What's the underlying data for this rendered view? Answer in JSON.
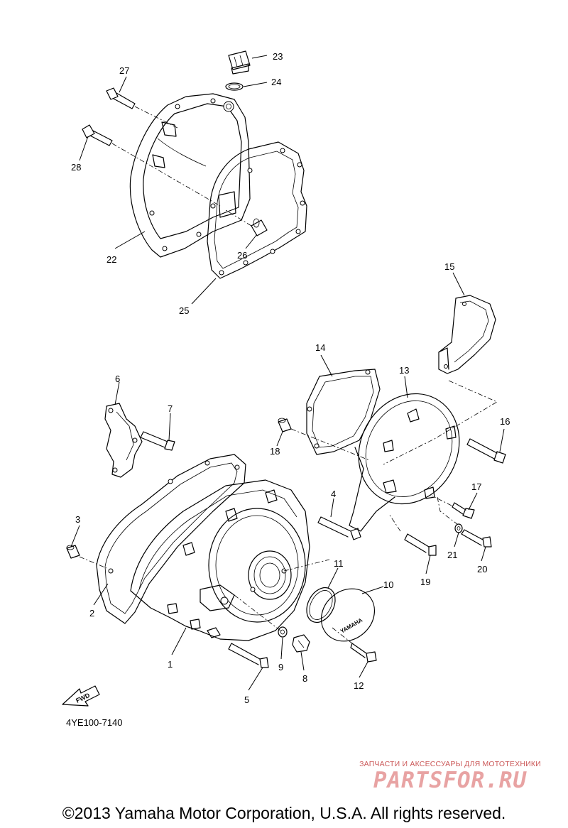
{
  "diagram": {
    "code": "4YE100-7140",
    "fwd_label": "FWD",
    "cover_emblem": "YAMAHA",
    "callouts": [
      "1",
      "2",
      "3",
      "4",
      "5",
      "6",
      "7",
      "8",
      "9",
      "10",
      "11",
      "12",
      "13",
      "14",
      "15",
      "16",
      "17",
      "18",
      "19",
      "20",
      "21",
      "22",
      "23",
      "24",
      "25",
      "26",
      "27",
      "28"
    ]
  },
  "watermark": {
    "tagline": "ЗАПЧАСТИ И АКСЕССУАРЫ ДЛЯ МОТОТЕХНИКИ",
    "brand": "PARTSFOR.RU"
  },
  "footer": {
    "copyright": "©2013 Yamaha Motor Corporation, U.S.A. All rights reserved."
  }
}
